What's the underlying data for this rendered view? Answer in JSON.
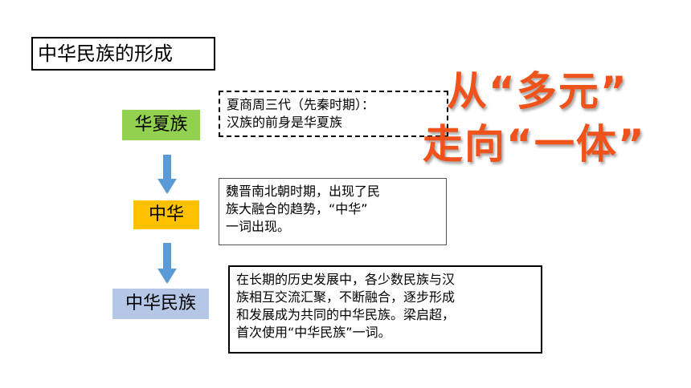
{
  "title": "中华民族的形成",
  "stages": [
    {
      "label": "华夏族",
      "color": "#92d050"
    },
    {
      "label": "中华",
      "color": "#ffc000"
    },
    {
      "label": "中华民族",
      "color": "#b4c7e7"
    }
  ],
  "descriptions": [
    {
      "lines": [
        "夏商周三代（先秦时期）：",
        "汉族的前身是华夏族"
      ]
    },
    {
      "lines": [
        "魏晋南北朝时期，出现了民",
        "族大融合的趋势，“中华”",
        "一词出现。"
      ]
    },
    {
      "lines": [
        "在长期的历史发展中，各少数民族与汉",
        "族相互交流汇聚，不断融合，逐步形成",
        "和发展成为共同的中华民族。梁启超，",
        "首次使用“中华民族”一词。"
      ]
    }
  ],
  "slogan": {
    "line1": "从“多元”",
    "line2": "走向“一体”",
    "color": "#f0521b"
  },
  "arrow_color": "#5b9bd5"
}
